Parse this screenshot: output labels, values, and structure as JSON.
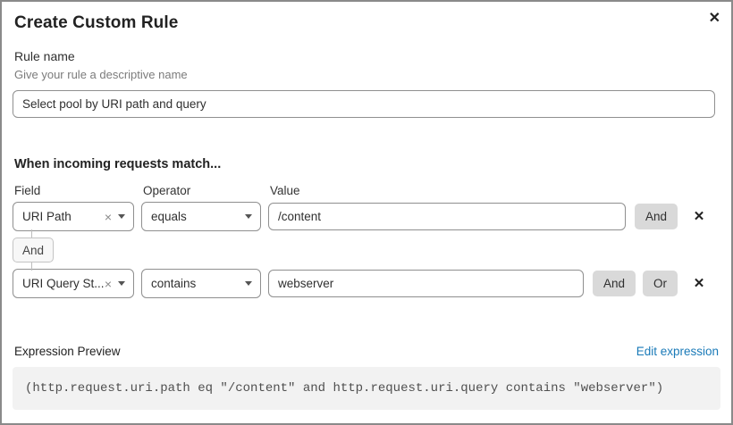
{
  "dialog": {
    "title": "Create Custom Rule",
    "close_glyph": "✕"
  },
  "rule_name": {
    "label": "Rule name",
    "hint": "Give your rule a descriptive name",
    "value": "Select pool by URI path and query"
  },
  "match": {
    "heading": "When incoming requests match...",
    "field_label": "Field",
    "operator_label": "Operator",
    "value_label": "Value",
    "connector_label": "And",
    "rows": [
      {
        "field": "URI Path",
        "clear_glyph": "×",
        "operator": "equals",
        "value": "/content",
        "and_label": "And",
        "remove_glyph": "✕"
      },
      {
        "field": "URI Query St...",
        "clear_glyph": "×",
        "operator": "contains",
        "value": "webserver",
        "and_label": "And",
        "or_label": "Or",
        "remove_glyph": "✕"
      }
    ]
  },
  "expression": {
    "label": "Expression Preview",
    "edit_link": "Edit expression",
    "code": "(http.request.uri.path eq \"/content\" and http.request.uri.query contains \"webserver\")"
  },
  "colors": {
    "link_blue": "#1a7ab8",
    "button_gray": "#d9d9d9",
    "code_bg": "#f2f2f2",
    "input_border": "#8f8f8f"
  }
}
